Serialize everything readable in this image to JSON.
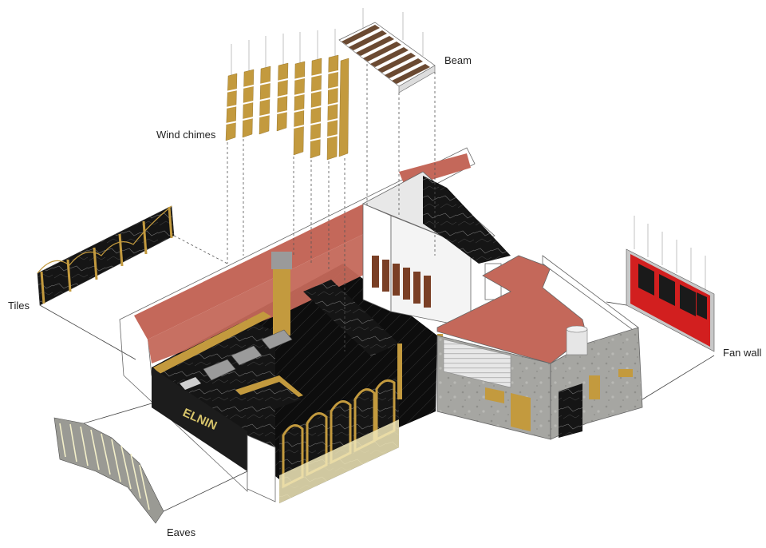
{
  "labels": {
    "wind_chimes": "Wind chimes",
    "beam": "Beam",
    "tiles": "Tiles",
    "fan_wall": "Fan wall",
    "eaves": "Eaves"
  },
  "signage": {
    "front_sign": "ELNIN"
  },
  "colors": {
    "terracotta": "#c4685a",
    "black_marble": "#161616",
    "gold": "#c39a3e",
    "concrete": "#a8a8a4",
    "red_panel": "#d21f1f",
    "beam_wood": "#6b4a32"
  }
}
